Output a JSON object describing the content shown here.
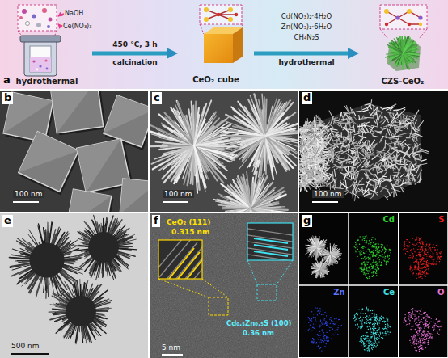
{
  "diagram": {
    "nodes": [
      {
        "text": [
          "hydrothermal"
        ]
      },
      {
        "text": [
          "CeO₂ cube"
        ]
      },
      {
        "text": [
          "CZS-CeO₂"
        ]
      },
      {
        "text": [
          "Cd"
        ]
      },
      {
        "text": [
          "S"
        ]
      },
      {
        "text": [
          "Zn"
        ]
      },
      {
        "text": [
          "Ce"
        ]
      },
      {
        "text": [
          "O"
        ]
      }
    ],
    "edges": [
      {
        "from": 0,
        "to": 1,
        "arrow": "to",
        "label": "calcination"
      },
      {
        "from": 1,
        "to": 2,
        "arrow": "to",
        "label": "hydrothermal"
      }
    ],
    "labels": [
      "a",
      "NaOH",
      "Ce(NO₃)₃",
      "450 °C, 3 h",
      "Cd(NO₃)₂·4H₂O",
      "Zn(NO₃)₂·6H₂O",
      "CH₄N₂S",
      "b",
      "100 nm",
      "c",
      "100 nm",
      "d",
      "100 nm",
      "e",
      "500 nm",
      "f",
      "CeO₂ (111)",
      "0.315 nm",
      "Cd₀.₅Zn₀.₅S (100)",
      "0.36 nm",
      "5 nm",
      "g"
    ]
  }
}
